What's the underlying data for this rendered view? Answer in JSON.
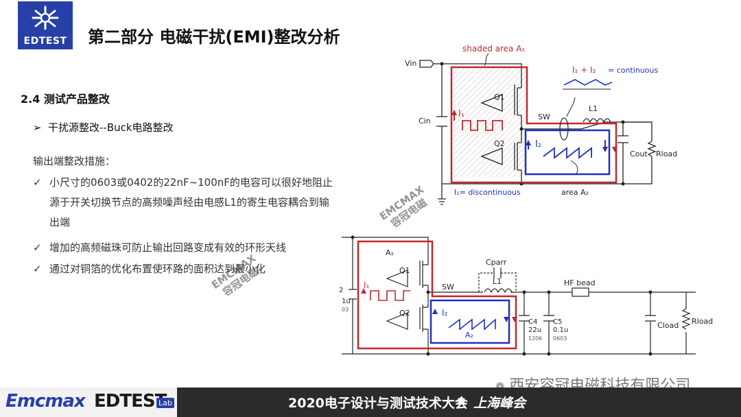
{
  "header": {
    "logo_text": "EDTEST",
    "title": "第二部分  电磁干扰(EMI)整改分析"
  },
  "content": {
    "section_heading": "2.4 测试产品整改",
    "bullet_main": "干扰源整改--Buck电路整改",
    "measures_title": "输出端整改措施：",
    "checks": [
      "小尺寸的0603或0402的22nF~100nF的电容可以很好地阻止源于开关切换节点的高频噪声经由电感L1的寄生电容耦合到输出端",
      "增加的高频磁珠可防止输出回路变成有效的环形天线",
      "通过对铜箔的优化布置使环路的面积达到最小化"
    ]
  },
  "diagram_top": {
    "shaded_label": "shaded area A₁",
    "vin": "Vin",
    "continuous": "= continuous",
    "i1_i2": "I₁ + I₂",
    "q1": "Q1",
    "q2": "Q2",
    "sw": "SW",
    "l1": "L1",
    "cin": "Cin",
    "i1": "I₁",
    "i2": "I₂",
    "cout": "Cout",
    "rload": "Rload",
    "discontinuous": "I₁= discontinuous",
    "area2": "area A₂"
  },
  "diagram_bottom": {
    "a1": "A₁",
    "q1": "Q1",
    "q2": "Q2",
    "sw": "SW",
    "cparr": "Cparr",
    "l1": "L1",
    "hf_bead": "HF bead",
    "i1": "I₁",
    "i2": "I₂",
    "a2": "A₂",
    "cin_val": "1u",
    "cin_pkg": "03",
    "cin_ref": "2",
    "c4": "C4",
    "c4_val": "22u",
    "c4_pkg": "1206",
    "c5": "C5",
    "c5_val": "0.1u",
    "c5_pkg": "0603",
    "cload": "Cload",
    "rload": "Rload"
  },
  "watermarks": {
    "en": "EMCMAX",
    "cn": "容冠电磁",
    "company": "西安容冠电磁科技有限公司"
  },
  "footer": {
    "brand_1": "Emcmax",
    "brand_2": "EDTEST",
    "brand_3": "Lab",
    "conference": "2020电子设计与测试技术大会",
    "separator": "▪",
    "city": "上海峰会"
  },
  "colors": {
    "brand_blue": "#2740a8",
    "loop_red": "#c0282d",
    "loop_blue": "#2030c0",
    "footer_dark": "#2b2b2b"
  }
}
